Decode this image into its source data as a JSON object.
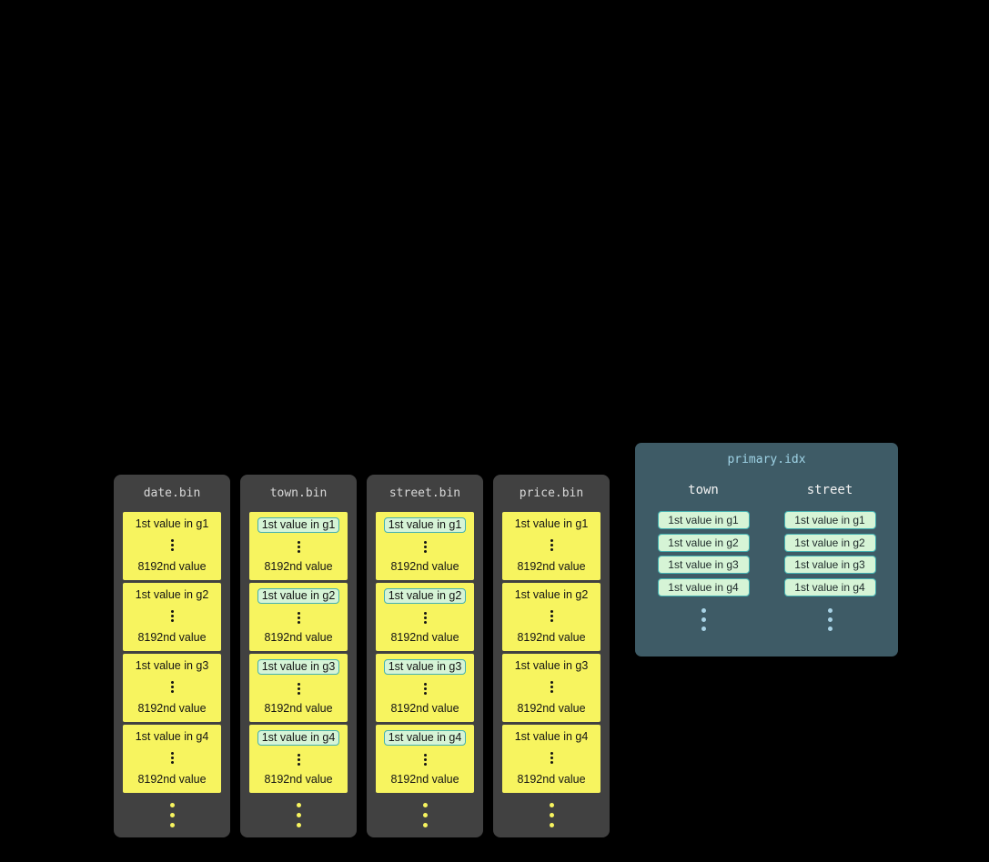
{
  "colors": {
    "yellow": "#f7f45f",
    "green": "#d6f4d6",
    "teal": "#43b1b1",
    "col-bg": "#414141",
    "panel-bg": "#3e5b66",
    "header-text": "#d9d9d9",
    "title-blue": "#9fd3e6",
    "dot-blue": "#a9d3e6"
  },
  "bin_files": [
    {
      "name": "date.bin",
      "highlighted": false,
      "granules": [
        {
          "first": "1st value in g1",
          "last": "8192nd value"
        },
        {
          "first": "1st value in g2",
          "last": "8192nd value"
        },
        {
          "first": "1st value in g3",
          "last": "8192nd value"
        },
        {
          "first": "1st value in g4",
          "last": "8192nd value"
        }
      ]
    },
    {
      "name": "town.bin",
      "highlighted": true,
      "granules": [
        {
          "first": "1st value in g1",
          "last": "8192nd value"
        },
        {
          "first": "1st value in g2",
          "last": "8192nd value"
        },
        {
          "first": "1st value in g3",
          "last": "8192nd value"
        },
        {
          "first": "1st value in g4",
          "last": "8192nd value"
        }
      ]
    },
    {
      "name": "street.bin",
      "highlighted": true,
      "granules": [
        {
          "first": "1st value in g1",
          "last": "8192nd value"
        },
        {
          "first": "1st value in g2",
          "last": "8192nd value"
        },
        {
          "first": "1st value in g3",
          "last": "8192nd value"
        },
        {
          "first": "1st value in g4",
          "last": "8192nd value"
        }
      ]
    },
    {
      "name": "price.bin",
      "highlighted": false,
      "granules": [
        {
          "first": "1st value in g1",
          "last": "8192nd value"
        },
        {
          "first": "1st value in g2",
          "last": "8192nd value"
        },
        {
          "first": "1st value in g3",
          "last": "8192nd value"
        },
        {
          "first": "1st value in g4",
          "last": "8192nd value"
        }
      ]
    }
  ],
  "index": {
    "title": "primary.idx",
    "columns": [
      {
        "name": "town",
        "entries": [
          "1st value in g1",
          "1st value in g2",
          "1st value in g3",
          "1st value in g4"
        ]
      },
      {
        "name": "street",
        "entries": [
          "1st value in g1",
          "1st value in g2",
          "1st value in g3",
          "1st value in g4"
        ]
      }
    ]
  }
}
